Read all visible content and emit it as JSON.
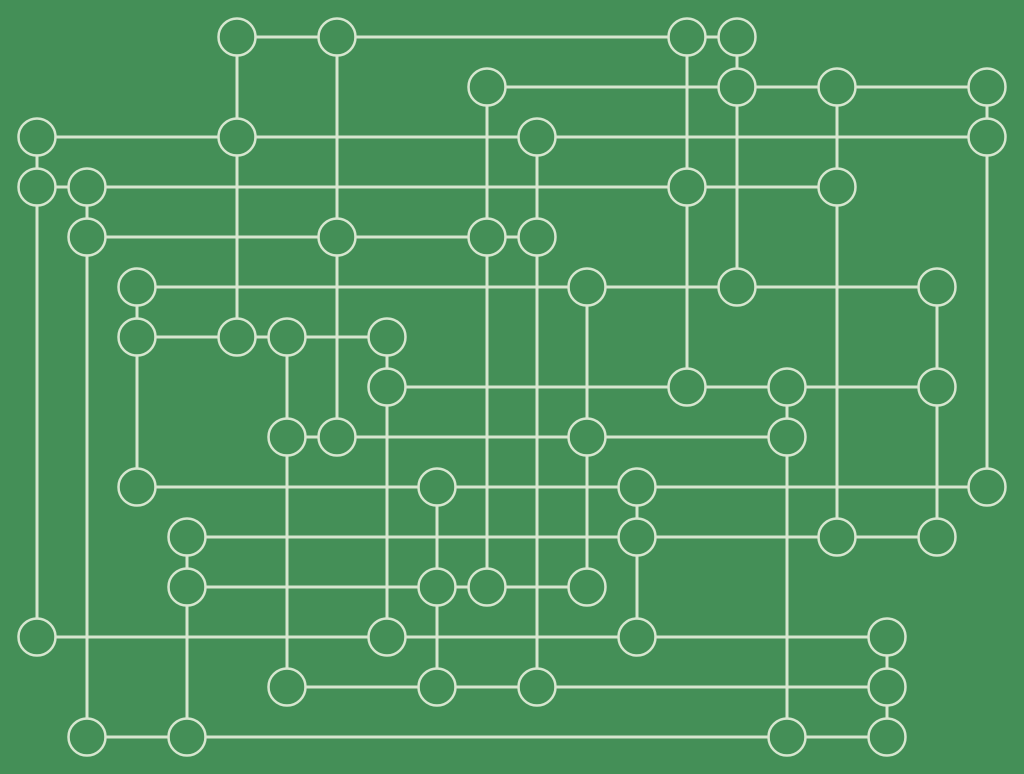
{
  "puzzle": {
    "background_color": "#448f57",
    "node_fill": "#448f57",
    "line_color": "#d6e6cf",
    "nodes": [
      {
        "id": "n1",
        "col": 4,
        "row": 0
      },
      {
        "id": "n2",
        "col": 6,
        "row": 0
      },
      {
        "id": "n3",
        "col": 13,
        "row": 0
      },
      {
        "id": "n4",
        "col": 14,
        "row": 0
      },
      {
        "id": "n5",
        "col": 9,
        "row": 1
      },
      {
        "id": "n6",
        "col": 14,
        "row": 1
      },
      {
        "id": "n7",
        "col": 16,
        "row": 1
      },
      {
        "id": "n8",
        "col": 19,
        "row": 1
      },
      {
        "id": "n9",
        "col": 0,
        "row": 2
      },
      {
        "id": "n10",
        "col": 4,
        "row": 2
      },
      {
        "id": "n11",
        "col": 10,
        "row": 2
      },
      {
        "id": "n12",
        "col": 19,
        "row": 2
      },
      {
        "id": "n13",
        "col": 0,
        "row": 3
      },
      {
        "id": "n14",
        "col": 1,
        "row": 3
      },
      {
        "id": "n15",
        "col": 13,
        "row": 3
      },
      {
        "id": "n16",
        "col": 16,
        "row": 3
      },
      {
        "id": "n17",
        "col": 1,
        "row": 4
      },
      {
        "id": "n18",
        "col": 6,
        "row": 4
      },
      {
        "id": "n19",
        "col": 9,
        "row": 4
      },
      {
        "id": "n20",
        "col": 10,
        "row": 4
      },
      {
        "id": "n21",
        "col": 2,
        "row": 5
      },
      {
        "id": "n22",
        "col": 11,
        "row": 5
      },
      {
        "id": "n23",
        "col": 14,
        "row": 5
      },
      {
        "id": "n24",
        "col": 18,
        "row": 5
      },
      {
        "id": "n25",
        "col": 2,
        "row": 6
      },
      {
        "id": "n26",
        "col": 4,
        "row": 6
      },
      {
        "id": "n27",
        "col": 5,
        "row": 6
      },
      {
        "id": "n28",
        "col": 7,
        "row": 6
      },
      {
        "id": "n29",
        "col": 7,
        "row": 7
      },
      {
        "id": "n30",
        "col": 13,
        "row": 7
      },
      {
        "id": "n31",
        "col": 15,
        "row": 7
      },
      {
        "id": "n32",
        "col": 18,
        "row": 7
      },
      {
        "id": "n33",
        "col": 5,
        "row": 8
      },
      {
        "id": "n34",
        "col": 6,
        "row": 8
      },
      {
        "id": "n35",
        "col": 11,
        "row": 8
      },
      {
        "id": "n36",
        "col": 15,
        "row": 8
      },
      {
        "id": "n37",
        "col": 2,
        "row": 9
      },
      {
        "id": "n38",
        "col": 8,
        "row": 9
      },
      {
        "id": "n39",
        "col": 12,
        "row": 9
      },
      {
        "id": "n40",
        "col": 19,
        "row": 9
      },
      {
        "id": "n41",
        "col": 3,
        "row": 10
      },
      {
        "id": "n42",
        "col": 12,
        "row": 10
      },
      {
        "id": "n43",
        "col": 16,
        "row": 10
      },
      {
        "id": "n44",
        "col": 18,
        "row": 10
      },
      {
        "id": "n45",
        "col": 3,
        "row": 11
      },
      {
        "id": "n46",
        "col": 8,
        "row": 11
      },
      {
        "id": "n47",
        "col": 9,
        "row": 11
      },
      {
        "id": "n48",
        "col": 11,
        "row": 11
      },
      {
        "id": "n49",
        "col": 0,
        "row": 12
      },
      {
        "id": "n50",
        "col": 7,
        "row": 12
      },
      {
        "id": "n51",
        "col": 12,
        "row": 12
      },
      {
        "id": "n52",
        "col": 17,
        "row": 12
      },
      {
        "id": "n53",
        "col": 5,
        "row": 13
      },
      {
        "id": "n54",
        "col": 8,
        "row": 13
      },
      {
        "id": "n55",
        "col": 10,
        "row": 13
      },
      {
        "id": "n56",
        "col": 17,
        "row": 13
      },
      {
        "id": "n57",
        "col": 1,
        "row": 14
      },
      {
        "id": "n58",
        "col": 3,
        "row": 14
      },
      {
        "id": "n59",
        "col": 15,
        "row": 14
      },
      {
        "id": "n60",
        "col": 17,
        "row": 14
      }
    ],
    "edges": [
      [
        "n1",
        "n2"
      ],
      [
        "n2",
        "n3"
      ],
      [
        "n3",
        "n4"
      ],
      [
        "n1",
        "n10"
      ],
      [
        "n2",
        "n18"
      ],
      [
        "n3",
        "n15"
      ],
      [
        "n4",
        "n6"
      ],
      [
        "n5",
        "n6"
      ],
      [
        "n6",
        "n7"
      ],
      [
        "n7",
        "n8"
      ],
      [
        "n5",
        "n19"
      ],
      [
        "n6",
        "n23"
      ],
      [
        "n7",
        "n16"
      ],
      [
        "n8",
        "n12"
      ],
      [
        "n9",
        "n10"
      ],
      [
        "n10",
        "n11"
      ],
      [
        "n11",
        "n12"
      ],
      [
        "n9",
        "n13"
      ],
      [
        "n10",
        "n26"
      ],
      [
        "n11",
        "n20"
      ],
      [
        "n12",
        "n40"
      ],
      [
        "n13",
        "n14"
      ],
      [
        "n14",
        "n15"
      ],
      [
        "n15",
        "n16"
      ],
      [
        "n13",
        "n49"
      ],
      [
        "n14",
        "n17"
      ],
      [
        "n15",
        "n30"
      ],
      [
        "n16",
        "n43"
      ],
      [
        "n17",
        "n18"
      ],
      [
        "n18",
        "n19"
      ],
      [
        "n19",
        "n20"
      ],
      [
        "n17",
        "n57"
      ],
      [
        "n18",
        "n34"
      ],
      [
        "n19",
        "n47"
      ],
      [
        "n20",
        "n55"
      ],
      [
        "n21",
        "n22"
      ],
      [
        "n22",
        "n23"
      ],
      [
        "n23",
        "n24"
      ],
      [
        "n21",
        "n25"
      ],
      [
        "n22",
        "n48"
      ],
      [
        "n24",
        "n32"
      ],
      [
        "n25",
        "n26"
      ],
      [
        "n26",
        "n27"
      ],
      [
        "n27",
        "n28"
      ],
      [
        "n25",
        "n37"
      ],
      [
        "n27",
        "n33"
      ],
      [
        "n28",
        "n29"
      ],
      [
        "n29",
        "n30"
      ],
      [
        "n30",
        "n31"
      ],
      [
        "n31",
        "n32"
      ],
      [
        "n29",
        "n50"
      ],
      [
        "n31",
        "n36"
      ],
      [
        "n32",
        "n44"
      ],
      [
        "n33",
        "n34"
      ],
      [
        "n34",
        "n35"
      ],
      [
        "n35",
        "n36"
      ],
      [
        "n33",
        "n53"
      ],
      [
        "n36",
        "n59"
      ],
      [
        "n37",
        "n38"
      ],
      [
        "n38",
        "n39"
      ],
      [
        "n39",
        "n40"
      ],
      [
        "n38",
        "n46"
      ],
      [
        "n39",
        "n42"
      ],
      [
        "n41",
        "n42"
      ],
      [
        "n42",
        "n43"
      ],
      [
        "n43",
        "n44"
      ],
      [
        "n41",
        "n45"
      ],
      [
        "n42",
        "n51"
      ],
      [
        "n45",
        "n46"
      ],
      [
        "n46",
        "n47"
      ],
      [
        "n47",
        "n48"
      ],
      [
        "n45",
        "n58"
      ],
      [
        "n46",
        "n54"
      ],
      [
        "n49",
        "n50"
      ],
      [
        "n50",
        "n51"
      ],
      [
        "n51",
        "n52"
      ],
      [
        "n52",
        "n56"
      ],
      [
        "n53",
        "n54"
      ],
      [
        "n54",
        "n55"
      ],
      [
        "n55",
        "n56"
      ],
      [
        "n56",
        "n60"
      ],
      [
        "n57",
        "n58"
      ],
      [
        "n58",
        "n59"
      ],
      [
        "n59",
        "n60"
      ]
    ]
  }
}
